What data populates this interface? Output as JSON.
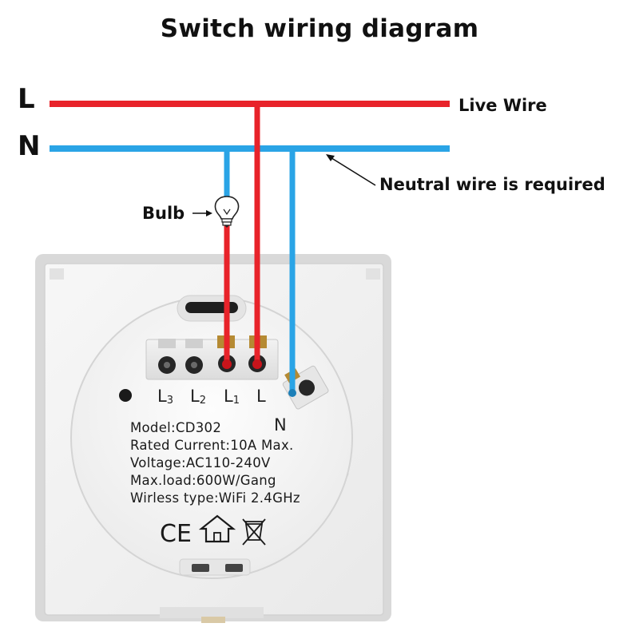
{
  "title": "Switch wiring diagram",
  "rails": {
    "live_letter": "L",
    "neutral_letter": "N",
    "live_label": "Live Wire",
    "neutral_label": "Neutral wire is required"
  },
  "bulb_label": "Bulb",
  "terminals": {
    "l3": {
      "main": "L",
      "sub": "3"
    },
    "l2": {
      "main": "L",
      "sub": "2"
    },
    "l1": {
      "main": "L",
      "sub": "1"
    },
    "l": "L",
    "n": "N"
  },
  "specs": {
    "model": "Model:CD302",
    "rated_current": "Rated Current:10A  Max.",
    "voltage": "Voltage:AC110-240V",
    "max_load": "Max.load:600W/Gang",
    "wireless": "Wirless type:WiFi 2.4GHz"
  },
  "colors": {
    "live": "#e8232a",
    "neutral": "#2aa4e6"
  }
}
